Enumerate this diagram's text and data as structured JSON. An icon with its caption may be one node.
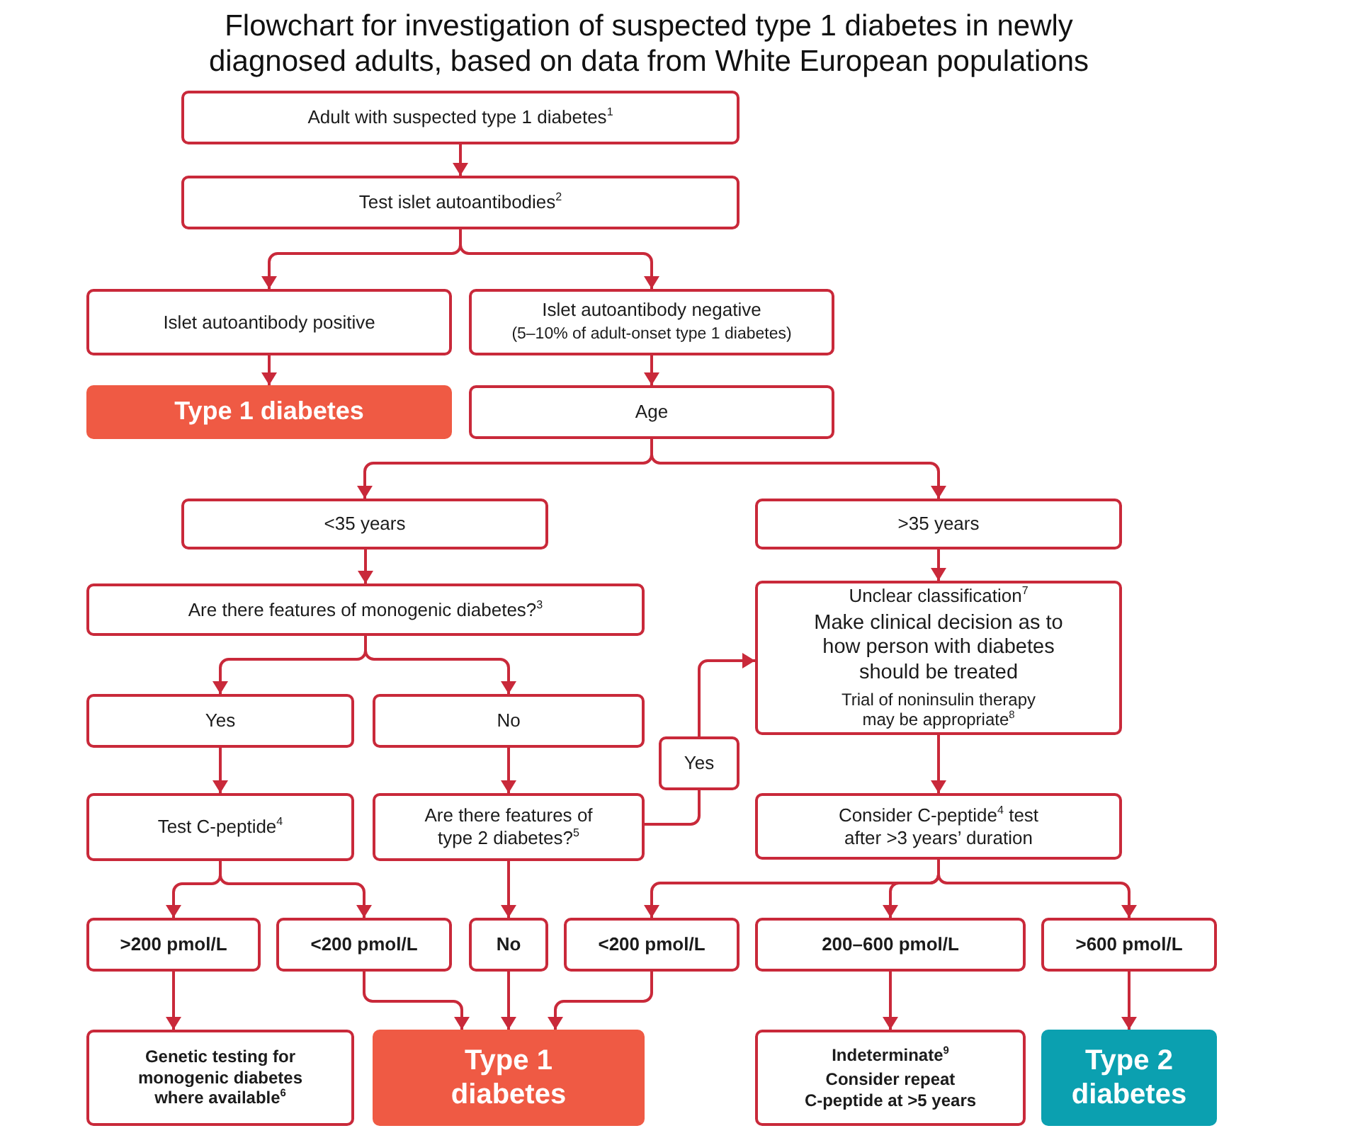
{
  "diagram": {
    "title": "Flowchart for investigation of suspected type 1 diabetes in newly diagnosed adults, based on data from White European populations",
    "nodes": [
      {
        "text": [
          "Adult with suspected type 1 diabetes$^{1}$"
        ]
      },
      {
        "text": [
          "Test islet autoantibodies$^{2}$"
        ]
      },
      {
        "text": [
          "Islet autoantibody positive"
        ]
      },
      {
        "text": [
          "Islet autoantibody negative",
          "(5–10% of adult-onset type 1 diabetes)"
        ]
      },
      {
        "text": [
          "Type 1 diabetes"
        ]
      },
      {
        "text": [
          "Age"
        ]
      },
      {
        "text": [
          "<35 years"
        ]
      },
      {
        "text": [
          ">35 years"
        ]
      },
      {
        "text": [
          "Are there features of monogenic diabetes?$^{3}$"
        ]
      },
      {
        "text": [
          "Unclear classification$^{7}$",
          "Make clinical decision as to how person with diabetes should be treated",
          "Trial of noninsulin therapy may be appropriate$^{8}$"
        ]
      },
      {
        "text": [
          "Yes"
        ]
      },
      {
        "text": [
          "No"
        ]
      },
      {
        "text": [
          "Yes"
        ]
      },
      {
        "text": [
          "Test C-peptide$^{4}$"
        ]
      },
      {
        "text": [
          "Are there features of type 2 diabetes?$^{5}$"
        ]
      },
      {
        "text": [
          "Consider C-peptide$^{4}$ test after >3 years’ duration"
        ]
      },
      {
        "text": [
          ">200 pmol/L"
        ]
      },
      {
        "text": [
          "<200 pmol/L"
        ]
      },
      {
        "text": [
          "No"
        ]
      },
      {
        "text": [
          "<200 pmol/L"
        ]
      },
      {
        "text": [
          "200–600 pmol/L"
        ]
      },
      {
        "text": [
          ">600 pmol/L"
        ]
      },
      {
        "text": [
          "Genetic testing for monogenic diabetes where available$^{6}$"
        ]
      },
      {
        "text": [
          "Type 1 diabetes"
        ]
      },
      {
        "text": [
          "Indeterminate$^{9}$",
          "Consider repeat C-peptide at >5 years"
        ]
      },
      {
        "text": [
          "Type 2 diabetes"
        ]
      }
    ],
    "edges": [
      {
        "from": 0,
        "to": 1,
        "arrow": "to"
      },
      {
        "from": 1,
        "to": 2,
        "arrow": "to"
      },
      {
        "from": 1,
        "to": 3,
        "arrow": "to"
      },
      {
        "from": 2,
        "to": 4,
        "arrow": "to"
      },
      {
        "from": 3,
        "to": 5,
        "arrow": "to"
      },
      {
        "from": 5,
        "to": 6,
        "arrow": "to"
      },
      {
        "from": 5,
        "to": 7,
        "arrow": "to"
      },
      {
        "from": 6,
        "to": 8,
        "arrow": "to"
      },
      {
        "from": 7,
        "to": 9,
        "arrow": "to"
      },
      {
        "from": 8,
        "to": 10,
        "arrow": "to"
      },
      {
        "from": 8,
        "to": 11,
        "arrow": "to"
      },
      {
        "from": 10,
        "to": 13,
        "arrow": "to"
      },
      {
        "from": 11,
        "to": 14,
        "arrow": "to"
      },
      {
        "from": 14,
        "to": 12,
        "arrow": "none"
      },
      {
        "from": 12,
        "to": 9,
        "arrow": "to"
      },
      {
        "from": 13,
        "to": 16,
        "arrow": "to"
      },
      {
        "from": 13,
        "to": 17,
        "arrow": "to"
      },
      {
        "from": 14,
        "to": 18,
        "arrow": "to"
      },
      {
        "from": 9,
        "to": 15,
        "arrow": "to"
      },
      {
        "from": 15,
        "to": 19,
        "arrow": "to"
      },
      {
        "from": 15,
        "to": 20,
        "arrow": "to"
      },
      {
        "from": 15,
        "to": 21,
        "arrow": "to"
      },
      {
        "from": 16,
        "to": 22,
        "arrow": "to"
      },
      {
        "from": 17,
        "to": 23,
        "arrow": "to"
      },
      {
        "from": 18,
        "to": 23,
        "arrow": "to"
      },
      {
        "from": 19,
        "to": 23,
        "arrow": "to"
      },
      {
        "from": 20,
        "to": 24,
        "arrow": "to"
      },
      {
        "from": 21,
        "to": 25,
        "arrow": "to"
      }
    ]
  }
}
